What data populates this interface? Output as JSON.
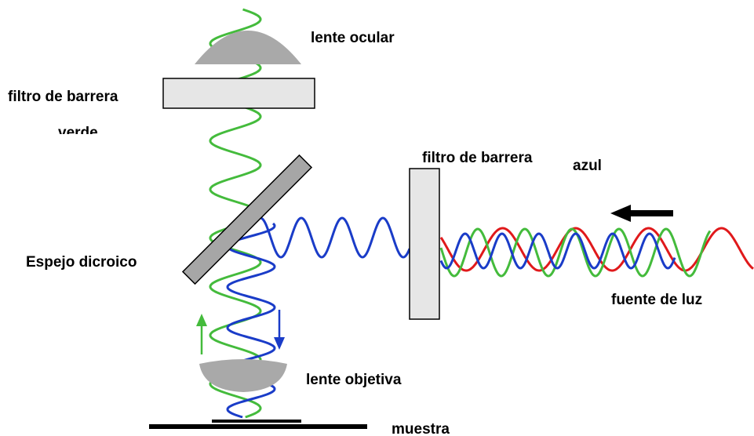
{
  "labels": {
    "eyepiece_lens": "lente ocular",
    "barrier_filter_left": "filtro de barrera",
    "green": "verde",
    "barrier_filter_right": "filtro de barrera",
    "blue": "azul",
    "dichroic_mirror": "Espejo dicroico",
    "light_source": "fuente de luz",
    "objective_lens": "lente objetiva",
    "sample": "muestra"
  },
  "colors": {
    "green_light": "#44bb3c",
    "blue_light": "#1a3cc8",
    "red_light": "#e0191b",
    "lens_gray": "#a9a9a9",
    "filter_fill": "#e6e6e6",
    "mirror_fill": "#a6a6a6"
  }
}
